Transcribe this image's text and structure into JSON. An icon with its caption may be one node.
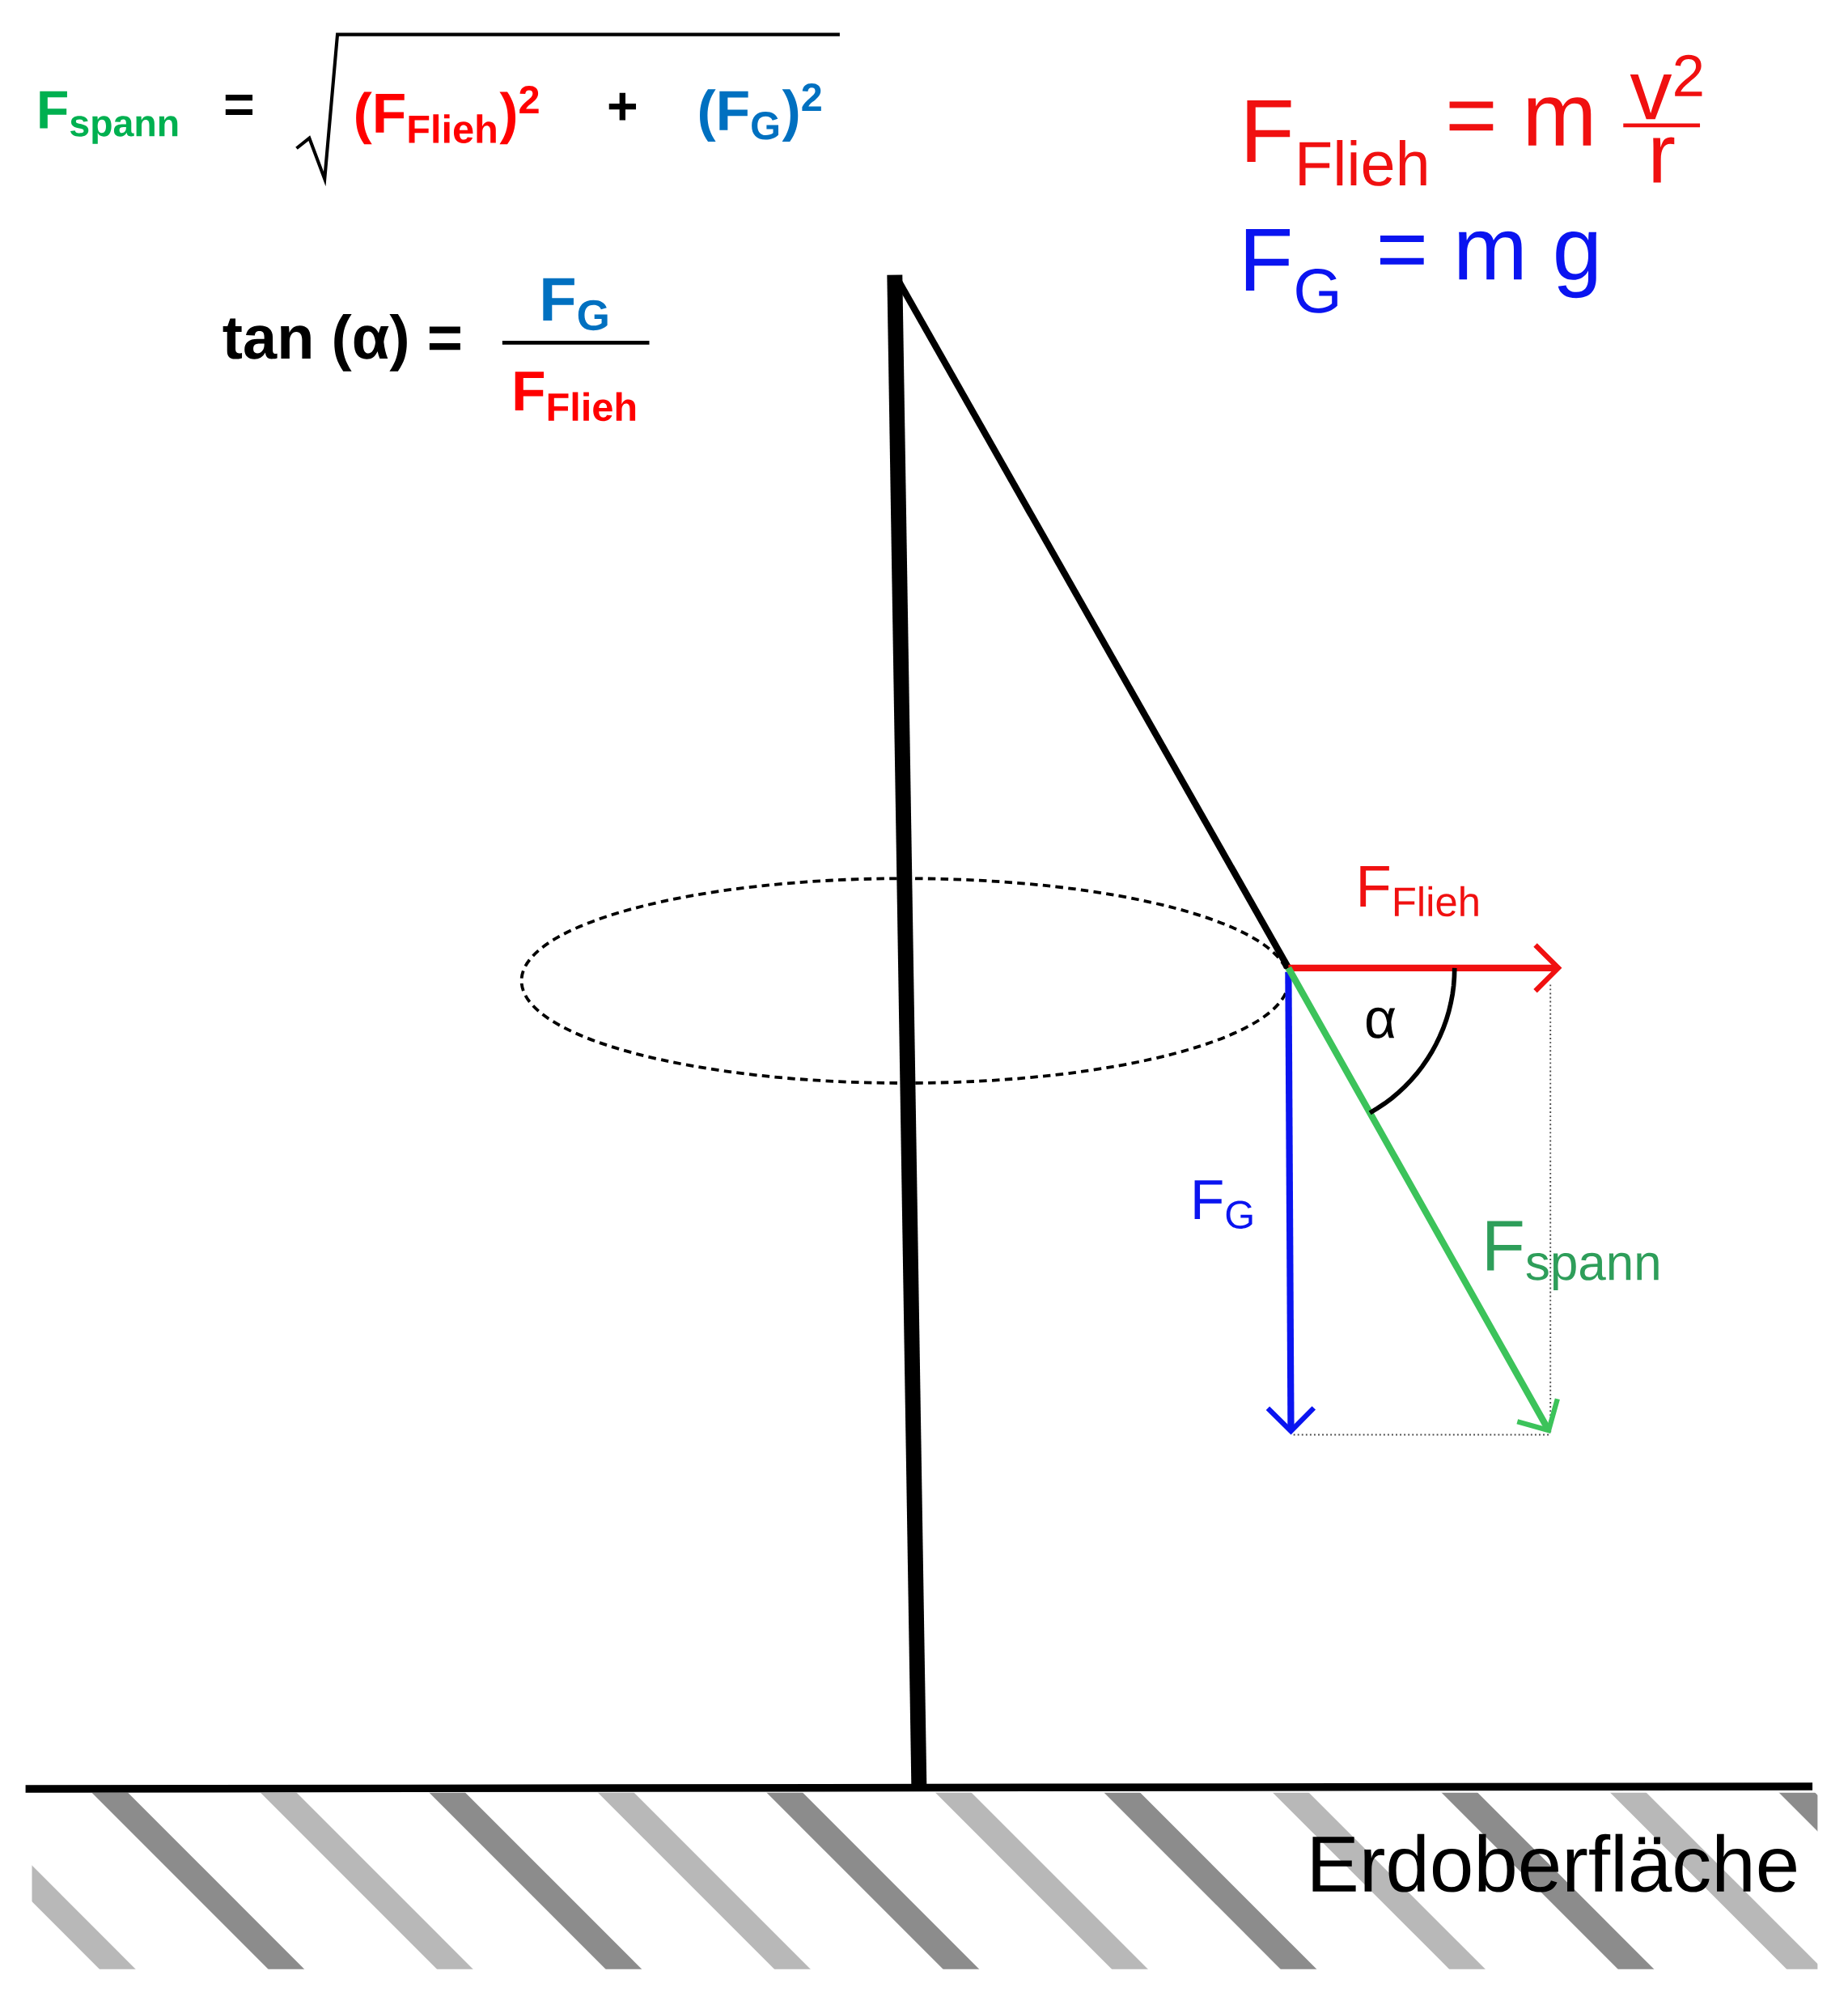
{
  "diagram": {
    "labels": [
      "F$_{spann}$",
      "=",
      "(F$_{Flieh}$)$^{2}$",
      "+",
      "(F$_{G}$)$^{2}$",
      "tan (α) =",
      "F$_{G}$",
      "F$_{Flieh}$",
      "F$_{Flieh}$",
      "= m",
      "v$^{2}$",
      "r",
      "F$_{G}$",
      "= m g",
      "F$_{Flieh}$",
      "α",
      "F$_{G}$",
      "F$_{spann}$",
      "Erdoberfläche"
    ]
  }
}
